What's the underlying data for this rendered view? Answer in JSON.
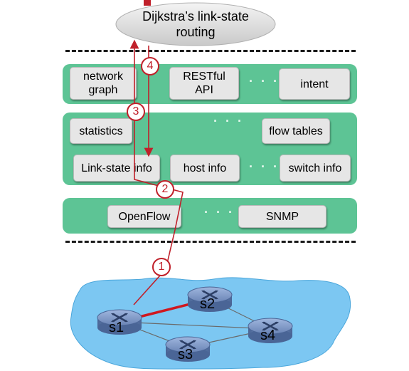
{
  "app": {
    "title": "Dijkstra’s link-state routing",
    "title_line1": "Dijkstra’s link-state",
    "title_line2": "routing"
  },
  "app_layer": {
    "boxes": [
      "network graph",
      "RESTful API",
      "intent"
    ],
    "box_lines": [
      [
        "network",
        "graph"
      ],
      [
        "RESTful",
        "API"
      ],
      [
        "intent"
      ]
    ]
  },
  "controller_layer": {
    "boxes": [
      "statistics",
      "flow tables",
      "Link-state info",
      "host info",
      "switch info"
    ]
  },
  "southbound_layer": {
    "boxes": [
      "OpenFlow",
      "SNMP"
    ]
  },
  "ellipsis": "· · ·",
  "steps": [
    "1",
    "2",
    "3",
    "4"
  ],
  "network": {
    "switches": [
      "s1",
      "s2",
      "s3",
      "s4"
    ]
  },
  "colors": {
    "layer_green": "#5dc495",
    "box_gray": "#e6e6e6",
    "network_cloud": "#7cc7f2",
    "arrow_red": "#c0202a",
    "router_blue": "#5f78a6"
  }
}
